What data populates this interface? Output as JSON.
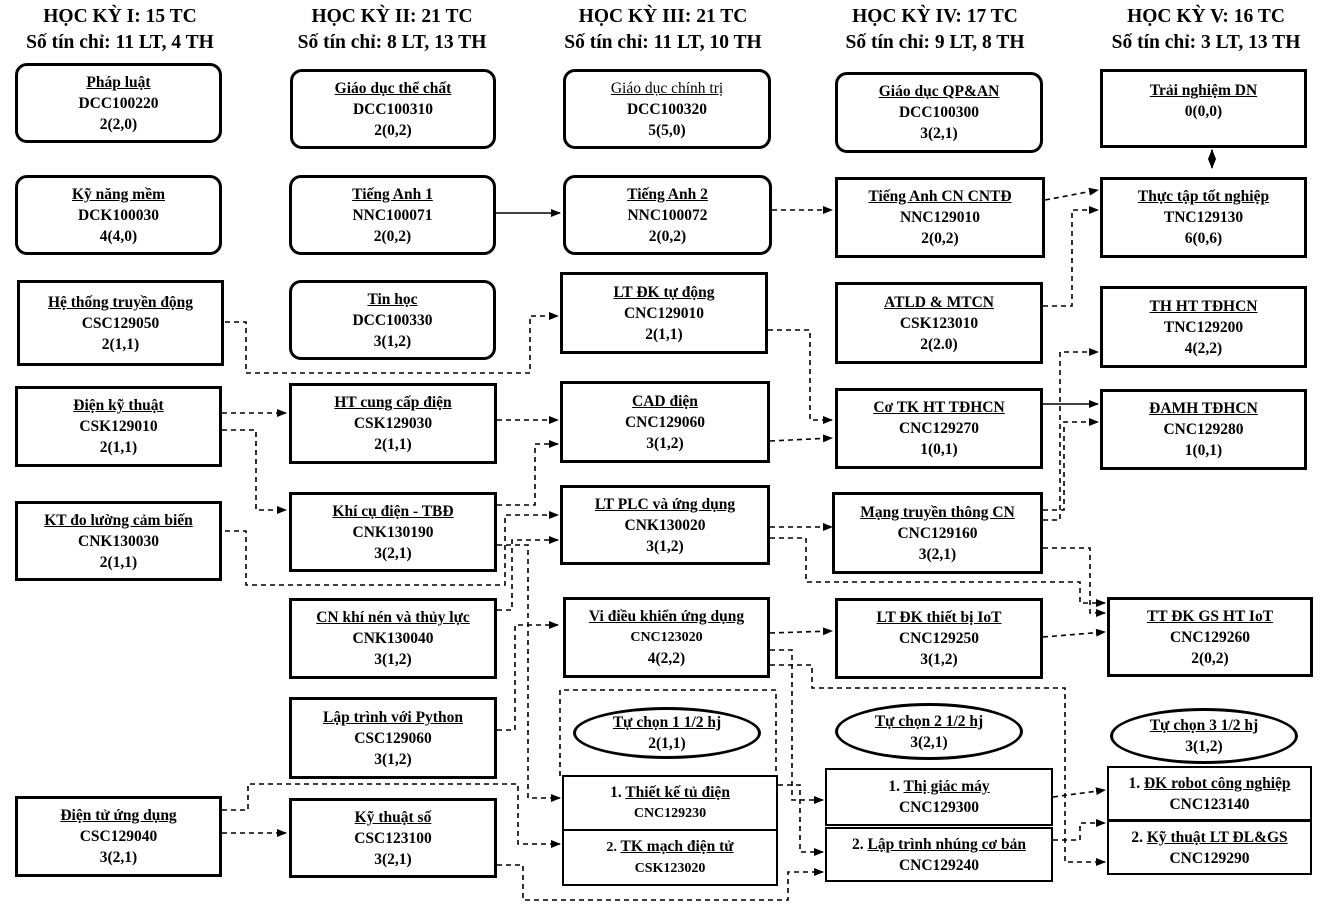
{
  "semesters": [
    {
      "title": "HỌC KỲ I: 15 TC",
      "credits": "Số tín chỉ: 11 LT, 4 TH"
    },
    {
      "title": "HỌC KỲ II: 21 TC",
      "credits": "Số tín chỉ: 8 LT, 13 TH"
    },
    {
      "title": "HỌC KỲ III: 21 TC",
      "credits": "Số tín chỉ: 11 LT, 10 TH"
    },
    {
      "title": "HỌC KỲ IV: 17 TC",
      "credits": "Số tín chỉ: 9 LT, 8 TH"
    },
    {
      "title": "HỌC KỲ V: 16 TC",
      "credits": "Số tín chỉ: 3 LT, 13 TH"
    }
  ],
  "courses": {
    "phap_luat": {
      "name": "Pháp luật",
      "code": "DCC100220",
      "credits": "2(2,0)"
    },
    "ky_nang_mem": {
      "name": "Kỹ năng mềm",
      "code": "DCK100030",
      "credits": "4(4,0)"
    },
    "he_thong_truyen_dong": {
      "name": "Hệ thống truyền động",
      "code": "CSC129050",
      "credits": "2(1,1)"
    },
    "dien_ky_thuat": {
      "name": "Điện kỹ thuật",
      "code": "CSK129010",
      "credits": "2(1,1)"
    },
    "kt_do_luong": {
      "name": "KT đo lường cảm biến",
      "code": "CNK130030",
      "credits": "2(1,1)"
    },
    "dien_tu_ung_dung": {
      "name": "Điện tử ứng dụng",
      "code": "CSC129040",
      "credits": "3(2,1)"
    },
    "gd_the_chat": {
      "name": "Giáo dục thể chất",
      "code": "DCC100310",
      "credits": "2(0,2)"
    },
    "tieng_anh_1": {
      "name": "Tiếng Anh 1",
      "code": "NNC100071",
      "credits": "2(0,2)"
    },
    "tin_hoc": {
      "name": "Tin học",
      "code": "DCC100330",
      "credits": "3(1,2)"
    },
    "ht_cung_cap_dien": {
      "name": "HT cung cấp điện",
      "code": "CSK129030",
      "credits": "2(1,1)"
    },
    "khi_cu_dien": {
      "name": "Khí cụ điện - TBĐ",
      "code": "CNK130190",
      "credits": "3(2,1)"
    },
    "cn_khi_nen": {
      "name": "CN khí nén và thủy lực",
      "code": "CNK130040",
      "credits": "3(1,2)"
    },
    "lap_trinh_python": {
      "name": "Lập trình với Python",
      "code": "CSC129060",
      "credits": "3(1,2)"
    },
    "ky_thuat_so": {
      "name": "Kỹ thuật số",
      "code": "CSC123100",
      "credits": "3(2,1)"
    },
    "gd_chinh_tri": {
      "name": "Giáo dục chính trị",
      "code": "DCC100320",
      "credits": "5(5,0)"
    },
    "tieng_anh_2": {
      "name": "Tiếng Anh 2",
      "code": "NNC100072",
      "credits": "2(0,2)"
    },
    "lt_dk_tu_dong": {
      "name": "LT ĐK tự động",
      "code": "CNC129010",
      "credits": "2(1,1)"
    },
    "cad_dien": {
      "name": "CAD điện",
      "code": "CNC129060",
      "credits": "3(1,2)"
    },
    "lt_plc": {
      "name": "LT PLC và ứng dụng",
      "code": "CNK130020",
      "credits": "3(1,2)"
    },
    "vi_dieu_khien": {
      "name": "Vi điều khiển ứng dụng",
      "code": "CNC123020",
      "credits": "4(2,2)"
    },
    "gd_qpan": {
      "name": "Giáo dục QP&AN",
      "code": "DCC100300",
      "credits": "3(2,1)"
    },
    "tieng_anh_cn": {
      "name": "Tiếng Anh CN CNTĐ",
      "code": "NNC129010",
      "credits": "2(0,2)"
    },
    "atld": {
      "name": "ATLD & MTCN",
      "code": "CSK123010",
      "credits": "2(2.0)"
    },
    "co_tk_ht": {
      "name": "Cơ TK HT TĐHCN",
      "code": "CNC129270",
      "credits": "1(0,1)"
    },
    "mang_truyen_thong": {
      "name": "Mạng truyền thông CN",
      "code": "CNC129160",
      "credits": "3(2,1)"
    },
    "lt_dk_iot": {
      "name": "LT ĐK thiết bị IoT",
      "code": "CNC129250",
      "credits": "3(1,2)"
    },
    "trai_nghiem": {
      "name": "Trải nghiệm DN",
      "code": "0(0,0)"
    },
    "thuc_tap": {
      "name": "Thực tập tốt nghiệp",
      "code": "TNC129130",
      "credits": "6(0,6)"
    },
    "th_ht": {
      "name": "TH HT TĐHCN",
      "code": "TNC129200",
      "credits": "4(2,2)"
    },
    "damh": {
      "name": "ĐAMH TĐHCN",
      "code": "CNC129280",
      "credits": "1(0,1)"
    },
    "tt_dk_gs": {
      "name": "TT ĐK GS HT IoT",
      "code": "CNC129260",
      "credits": "2(0,2)"
    }
  },
  "electives": {
    "e1": {
      "title": "Tự chọn 1 1/2 hj",
      "credits": "2(1,1)",
      "options": [
        {
          "num": "1.",
          "name": "Thiết kế tủ điện",
          "code": "CNC129230"
        },
        {
          "num": "2.",
          "name": "TK mạch điện tử",
          "code": "CSK123020"
        }
      ]
    },
    "e2": {
      "title": "Tự chọn 2 1/2 hj",
      "credits": "3(2,1)",
      "options": [
        {
          "num": "1.",
          "name": "Thị giác máy",
          "code": "CNC129300"
        },
        {
          "num": "2.",
          "name": "Lập trình nhúng cơ bản",
          "code": "CNC129240"
        }
      ]
    },
    "e3": {
      "title": "Tự chọn 3 1/2 hj",
      "credits": "3(1,2)",
      "options": [
        {
          "num": "1.",
          "name": "ĐK robot công nghiệp",
          "code": "CNC123140"
        },
        {
          "num": "2.",
          "name": "Kỹ thuật LT ĐL&GS",
          "code": "CNC129290"
        }
      ]
    }
  }
}
